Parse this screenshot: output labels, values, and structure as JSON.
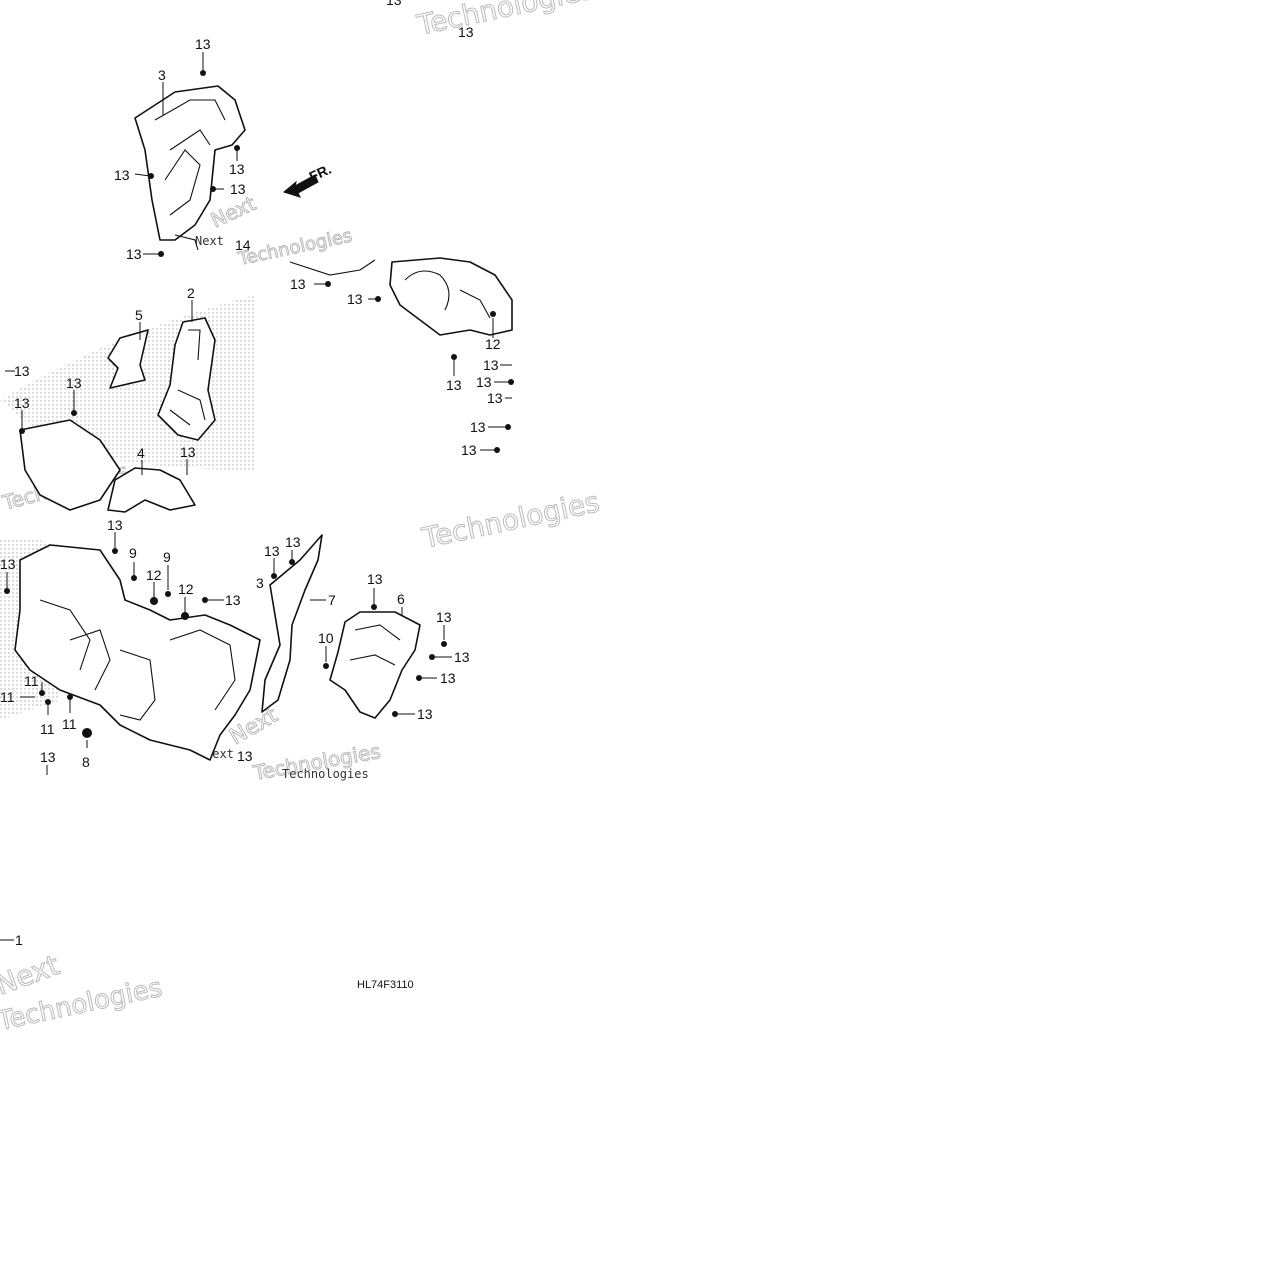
{
  "diagram": {
    "drawing_code": "HL74F3110",
    "direction_arrow": "FR.",
    "watermark_lines": [
      "Next",
      "Technologies"
    ],
    "callouts": [
      {
        "id": "c13a",
        "text": "13"
      },
      {
        "id": "c13b",
        "text": "13"
      },
      {
        "id": "c13c",
        "text": "13"
      },
      {
        "id": "c3",
        "text": "3"
      },
      {
        "id": "c13d",
        "text": "13"
      },
      {
        "id": "c13e",
        "text": "13"
      },
      {
        "id": "c13f",
        "text": "13"
      },
      {
        "id": "c14",
        "text": "14"
      },
      {
        "id": "c13g",
        "text": "13"
      },
      {
        "id": "c5",
        "text": "5"
      },
      {
        "id": "c2",
        "text": "2"
      },
      {
        "id": "c13h",
        "text": "13"
      },
      {
        "id": "c13i",
        "text": "13"
      },
      {
        "id": "c13j",
        "text": "13"
      },
      {
        "id": "c4",
        "text": "4"
      },
      {
        "id": "c13k",
        "text": "13"
      },
      {
        "id": "c13l",
        "text": "13"
      },
      {
        "id": "c13m",
        "text": "13"
      },
      {
        "id": "c12a",
        "text": "12"
      },
      {
        "id": "c13n",
        "text": "13"
      },
      {
        "id": "c13o",
        "text": "13"
      },
      {
        "id": "c13p",
        "text": "13"
      },
      {
        "id": "c13q",
        "text": "13"
      },
      {
        "id": "c13r",
        "text": "13"
      },
      {
        "id": "c13s",
        "text": "13"
      },
      {
        "id": "c13t",
        "text": "13"
      },
      {
        "id": "c9a",
        "text": "9"
      },
      {
        "id": "c9b",
        "text": "9"
      },
      {
        "id": "c12b",
        "text": "12"
      },
      {
        "id": "c12c",
        "text": "12"
      },
      {
        "id": "c13u",
        "text": "13"
      },
      {
        "id": "c13v",
        "text": "13"
      },
      {
        "id": "c13w",
        "text": "13"
      },
      {
        "id": "c3b",
        "text": "3"
      },
      {
        "id": "c7",
        "text": "7"
      },
      {
        "id": "c13x",
        "text": "13"
      },
      {
        "id": "c6",
        "text": "6"
      },
      {
        "id": "c13y",
        "text": "13"
      },
      {
        "id": "c10",
        "text": "10"
      },
      {
        "id": "c13z",
        "text": "13"
      },
      {
        "id": "c13aa",
        "text": "13"
      },
      {
        "id": "c13ab",
        "text": "13"
      },
      {
        "id": "c11a",
        "text": "11"
      },
      {
        "id": "c11b",
        "text": "11"
      },
      {
        "id": "c11c",
        "text": "11"
      },
      {
        "id": "c11d",
        "text": "11"
      },
      {
        "id": "c13ac",
        "text": "13"
      },
      {
        "id": "c8",
        "text": "8"
      },
      {
        "id": "c13ad",
        "text": "13"
      },
      {
        "id": "c1",
        "text": "1"
      },
      {
        "id": "c13ae",
        "text": "13"
      }
    ]
  }
}
